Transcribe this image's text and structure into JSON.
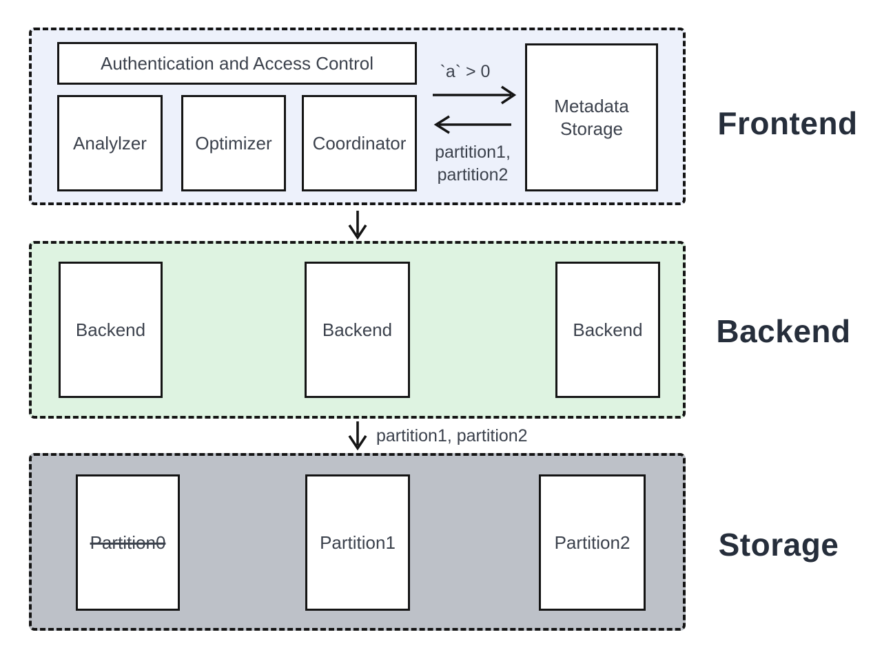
{
  "diagram": {
    "frontend": {
      "title": "Frontend",
      "auth_label": "Authentication and Access Control",
      "components": [
        "Analylzer",
        "Optimizer",
        "Coordinator"
      ],
      "metadata_label": "Metadata Storage",
      "to_metadata_label": "`a` > 0",
      "from_metadata_label": "partition1,\npartition2"
    },
    "backend": {
      "title": "Backend",
      "nodes": [
        "Backend",
        "Backend",
        "Backend"
      ]
    },
    "storage": {
      "title": "Storage",
      "nodes": [
        "Partition0",
        "Partition1",
        "Partition2"
      ],
      "struck_node_index": 0
    },
    "flow": {
      "backend_to_storage_label": "partition1, partition2"
    },
    "colors": {
      "frontend_bg": "#edf1fb",
      "backend_bg": "#def3e1",
      "storage_bg": "#bdc1c8",
      "line": "#141414"
    }
  }
}
